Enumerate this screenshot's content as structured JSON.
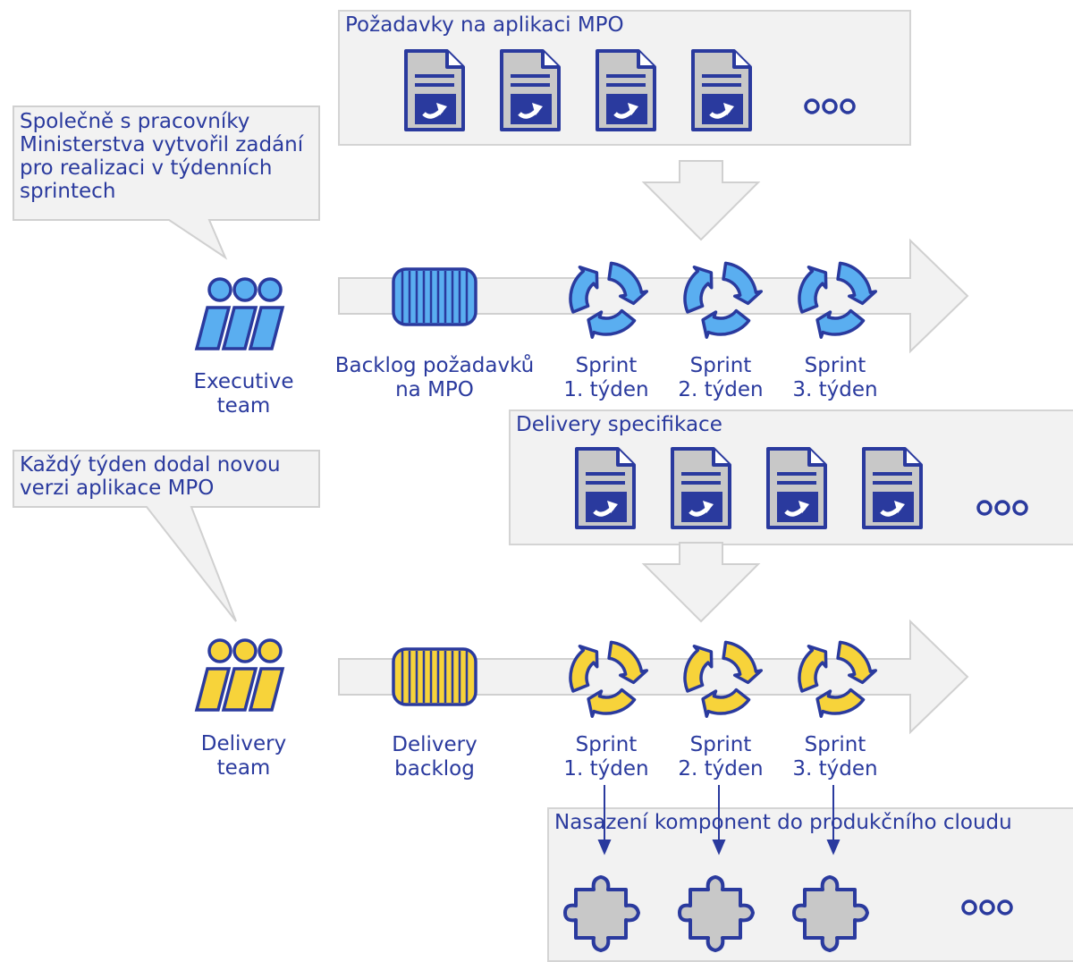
{
  "requirements_panel": {
    "title": "Požadavky na aplikaci MPO",
    "icon": "document-refresh-icon",
    "ellipsis": "ooo"
  },
  "callout_top": {
    "lines": [
      "Společně s pracovníky",
      "Ministerstva vytvořil zadání",
      "pro realizaci v týdenních",
      "sprintech"
    ]
  },
  "callout_bottom": {
    "lines": [
      "Každý týden dodal novou",
      "verzi aplikace MPO"
    ]
  },
  "executive_row": {
    "team_label": [
      "Executive",
      "team"
    ],
    "backlog_label": [
      "Backlog požadavků",
      "na MPO"
    ],
    "sprints": [
      {
        "line1": "Sprint",
        "line2": "1. týden"
      },
      {
        "line1": "Sprint",
        "line2": "2. týden"
      },
      {
        "line1": "Sprint",
        "line2": "3. týden"
      }
    ],
    "color": "#5aaef0"
  },
  "delivery_panel": {
    "title": "Delivery specifikace",
    "icon": "document-refresh-icon",
    "ellipsis": "ooo"
  },
  "delivery_row": {
    "team_label": [
      "Delivery",
      "team"
    ],
    "backlog_label": [
      "Delivery",
      "backlog"
    ],
    "sprints": [
      {
        "line1": "Sprint",
        "line2": "1. týden"
      },
      {
        "line1": "Sprint",
        "line2": "2. týden"
      },
      {
        "line1": "Sprint",
        "line2": "3. týden"
      }
    ],
    "color": "#f7d33a"
  },
  "deploy_panel": {
    "title": "Nasazení komponent do produkčního cloudu",
    "icon": "puzzle-piece-icon",
    "ellipsis": "ooo"
  },
  "colors": {
    "text": "#2a3a9e",
    "panel_bg": "#f2f2f2",
    "panel_border": "#d4d4d4",
    "doc_fill": "#c8c8c8"
  }
}
